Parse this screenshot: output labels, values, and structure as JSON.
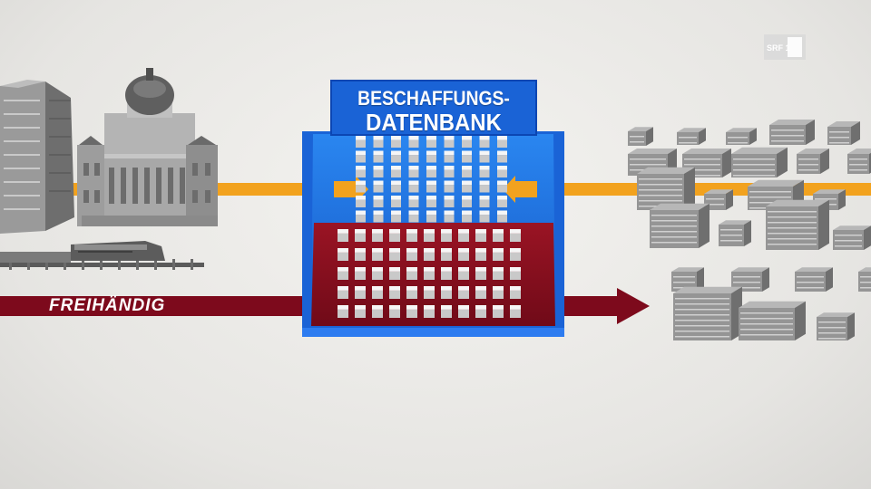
{
  "database": {
    "title_line1": "BESCHAFFUNGS-",
    "title_line2": "DATENBANK"
  },
  "path_label": "FREIHÄNDIG",
  "logo": {
    "text": "SRF 1",
    "icon": "srf1-logo"
  },
  "colors": {
    "orange_path": "#f0a020",
    "red_path": "#7d0a1c",
    "database_blue": "#1f6fe0",
    "database_red": "#8a1020",
    "building_gray": "#8c8c8c"
  },
  "icons": [
    "office-tower-icon",
    "parliament-building-icon",
    "train-icon",
    "company-buildings-icon"
  ]
}
